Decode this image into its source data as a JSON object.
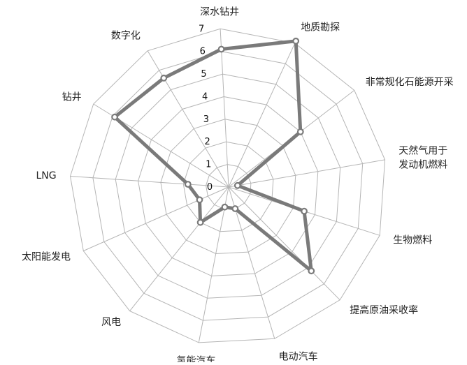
{
  "chart_data": {
    "type": "radar",
    "categories": [
      "深水钻井",
      "地质勘探",
      "非常规化石能源开采",
      "天然气用于\n发动机燃料",
      "生物燃料",
      "提高原油采收率",
      "电动汽车",
      "氢能汽车",
      "风电",
      "太阳能发电",
      "LNG",
      "钻井",
      "数字化"
    ],
    "series": [
      {
        "values": [
          6.1,
          7.1,
          4.0,
          0.4,
          3.5,
          5.2,
          1.0,
          0.9,
          2.0,
          1.4,
          1.8,
          5.9,
          5.6
        ]
      }
    ],
    "rlim": [
      0,
      7
    ],
    "rticks": [
      0,
      1,
      2,
      3,
      4,
      5,
      6,
      7
    ],
    "grid": true,
    "legend": "none",
    "colors": {
      "series": "#7a7a7a",
      "grid": "#b5b5b5",
      "text": "#222222"
    }
  }
}
